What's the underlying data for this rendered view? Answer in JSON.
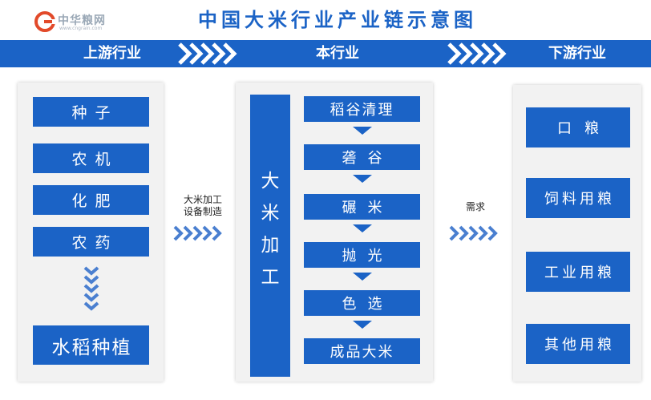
{
  "header": {
    "logo_name": "中华粮网",
    "logo_url": "www.cngrain.com",
    "title": "中国大米行业产业链示意图"
  },
  "sections": {
    "upstream": "上游行业",
    "core": "本行业",
    "downstream": "下游行业"
  },
  "upstream_items": [
    "种子",
    "农机",
    "化肥",
    "农药"
  ],
  "upstream_result": "水稻种植",
  "core_process": {
    "vertical_label": [
      "大",
      "米",
      "加",
      "工"
    ],
    "steps": [
      "稻谷清理",
      "砻谷",
      "碾米",
      "抛光",
      "色选",
      "成品大米"
    ]
  },
  "flows": {
    "left_label_line1": "大米加工",
    "left_label_line2": "设备制造",
    "right_label": "需求"
  },
  "downstream_items": [
    "口粮",
    "饲料用粮",
    "工业用粮",
    "其他用粮"
  ],
  "colors": {
    "primary_blue": "#1b63c6",
    "arrow_blue": "#4a7fd0",
    "panel_bg": "#f2f2f2"
  },
  "icons": [
    "cngrain-logo-icon",
    "chevron-right-icon",
    "chevron-down-icon",
    "triangle-down-icon"
  ]
}
